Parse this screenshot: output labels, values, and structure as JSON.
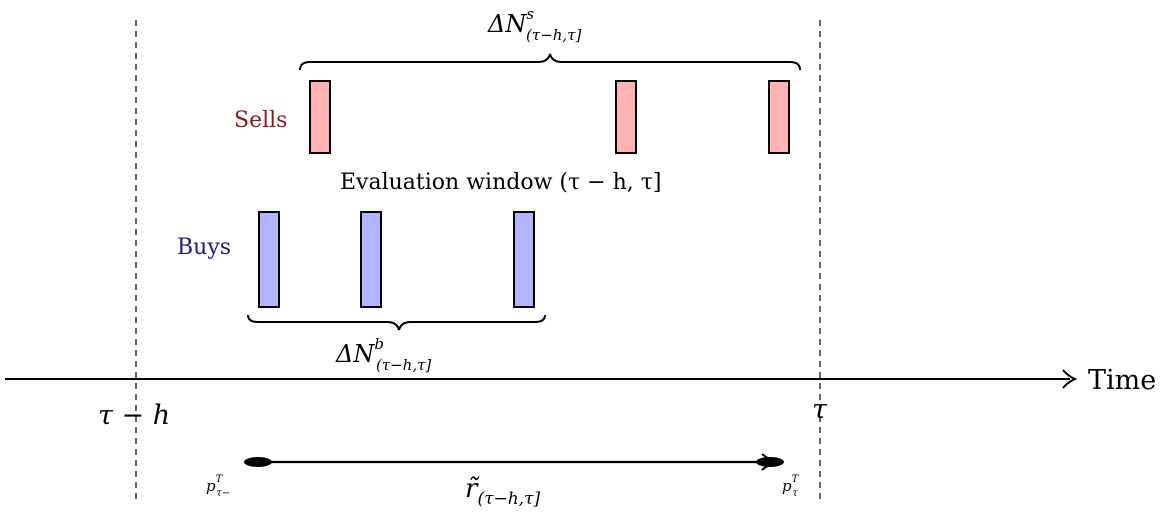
{
  "labels": {
    "sells": "Sells",
    "buys": "Buys",
    "window_caption": "Evaluation window (τ − h, τ]",
    "time_axis": "Time",
    "tau_minus_h": "τ − h",
    "tau": "τ",
    "delta_n_sells": {
      "base": "ΔN",
      "sup": "s",
      "sub": "(τ−h,τ]"
    },
    "delta_n_buys": {
      "base": "ΔN",
      "sup": "b",
      "sub": "(τ−h,τ]"
    },
    "return": {
      "base": "r̃",
      "sub": "(τ−h,τ]"
    },
    "price_start": {
      "base": "p",
      "sup": "T",
      "sub": "τ−"
    },
    "price_end": {
      "base": "p",
      "sup": "T",
      "sub": "τ"
    }
  },
  "colors": {
    "sell_fill": "#ffb3b3",
    "buy_fill": "#b3b3ff",
    "sell_label": "#8b1a1a",
    "buy_label": "#1a1a8b",
    "ink": "#000000"
  },
  "sell_count": 3,
  "buy_count": 3
}
